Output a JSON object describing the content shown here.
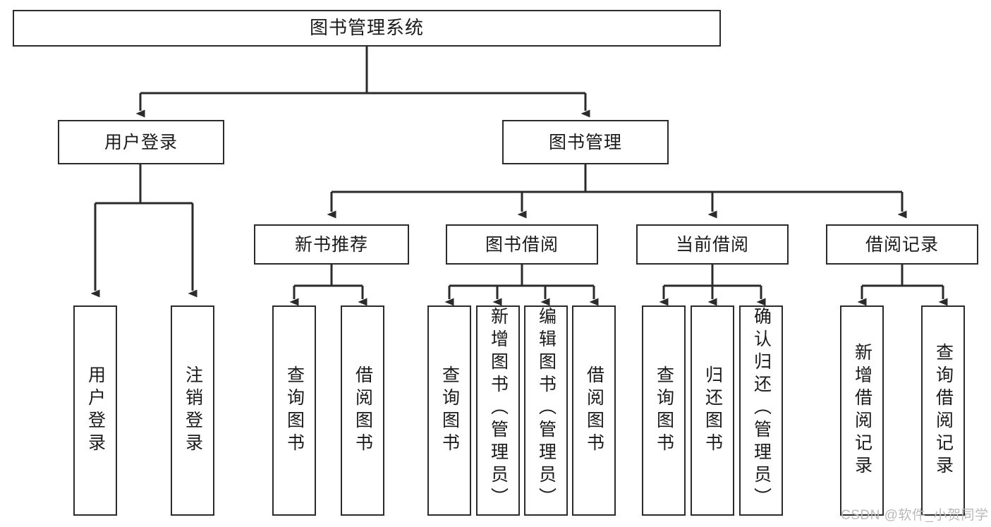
{
  "diagram": {
    "title": "图书管理系统",
    "type": "hierarchy-tree",
    "root": {
      "label": "图书管理系统"
    },
    "level2": [
      {
        "id": "user-login",
        "label": "用户登录"
      },
      {
        "id": "book-manage",
        "label": "图书管理"
      }
    ],
    "level3": [
      {
        "id": "new-book-recommend",
        "label": "新书推荐"
      },
      {
        "id": "book-borrow",
        "label": "图书借阅"
      },
      {
        "id": "current-borrow",
        "label": "当前借阅"
      },
      {
        "id": "borrow-record",
        "label": "借阅记录"
      }
    ],
    "leaves": {
      "user_login": [
        {
          "id": "leaf-user-login",
          "label": "用户登录"
        },
        {
          "id": "leaf-logout-login",
          "label": "注销登录"
        }
      ],
      "new_book_recommend": [
        {
          "id": "leaf-query-book-1",
          "label": "查询图书"
        },
        {
          "id": "leaf-borrow-book-1",
          "label": "借阅图书"
        }
      ],
      "book_borrow": [
        {
          "id": "leaf-query-book-2",
          "label": "查询图书"
        },
        {
          "id": "leaf-add-book",
          "label": "新增图书（管理员）"
        },
        {
          "id": "leaf-edit-book",
          "label": "编辑图书（管理员）"
        },
        {
          "id": "leaf-borrow-book-2",
          "label": "借阅图书"
        }
      ],
      "current_borrow": [
        {
          "id": "leaf-query-book-3",
          "label": "查询图书"
        },
        {
          "id": "leaf-return-book",
          "label": "归还图书"
        },
        {
          "id": "leaf-confirm-return",
          "label": "确认归还（管理员）"
        }
      ],
      "borrow_record": [
        {
          "id": "leaf-add-borrow-record",
          "label": "新增借阅记录"
        },
        {
          "id": "leaf-query-borrow-record",
          "label": "查询借阅记录"
        }
      ]
    },
    "watermark": "CSDN @软件_小贺同学",
    "colors": {
      "stroke": "#2b2b2b",
      "fill": "#ffffff",
      "text": "#1a1a1a",
      "watermark": "#b9b9b9"
    }
  }
}
